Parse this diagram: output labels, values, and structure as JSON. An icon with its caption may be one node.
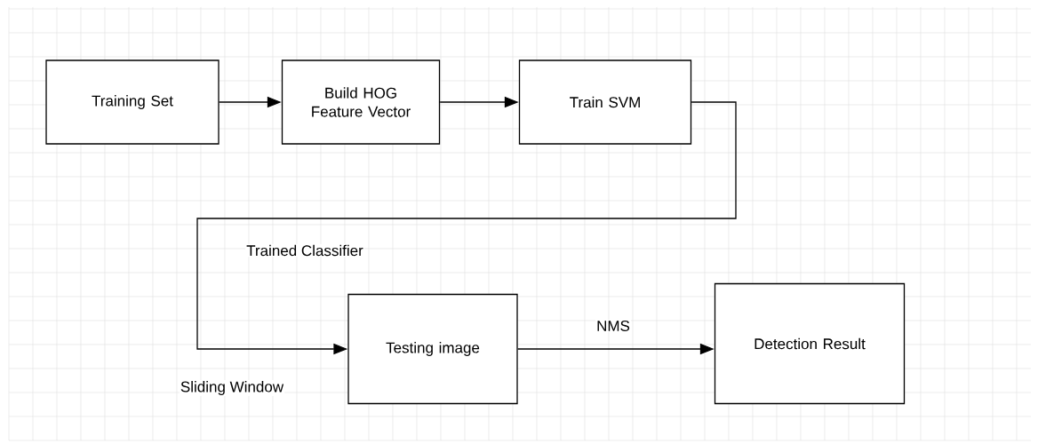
{
  "diagram": {
    "nodes": [
      {
        "text": [
          "Training Set"
        ]
      },
      {
        "text": [
          "Build HOG Feature Vector"
        ]
      },
      {
        "text": [
          "Train SVM"
        ]
      },
      {
        "text": [
          "Testing image"
        ]
      },
      {
        "text": [
          "Detection Result"
        ]
      }
    ],
    "edges": [
      {
        "from": 0,
        "to": 1,
        "arrow": "to"
      },
      {
        "from": 1,
        "to": 2,
        "arrow": "to"
      },
      {
        "from": 2,
        "to": 3,
        "arrow": "to",
        "label": "Trained Classifier"
      },
      {
        "from": 3,
        "to": 4,
        "arrow": "to",
        "label": "NMS"
      }
    ],
    "labels": [
      "Sliding Window"
    ]
  }
}
